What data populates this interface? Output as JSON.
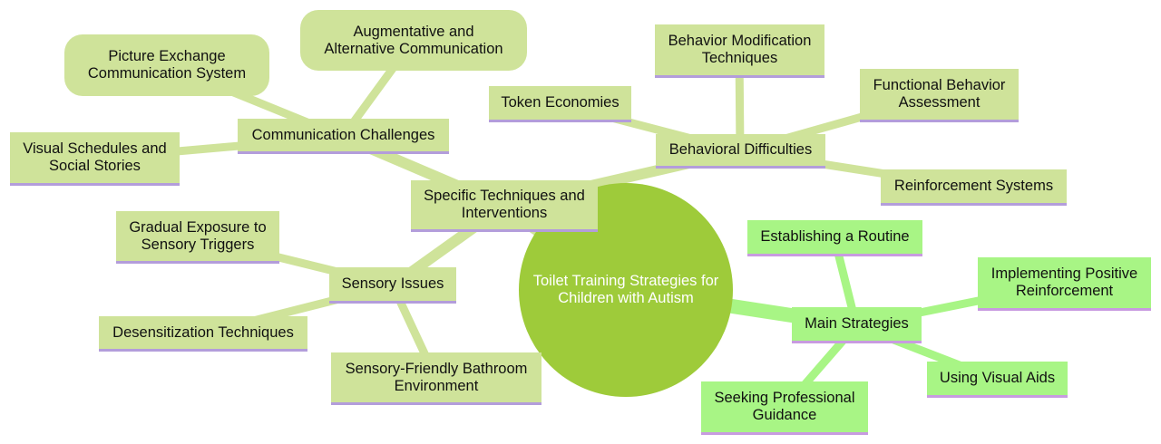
{
  "diagram": {
    "root": {
      "label": "Toilet Training Strategies for\nChildren with Autism"
    },
    "colors": {
      "root_fill": "#9ecb3a",
      "branch_fill": "#cfe39a",
      "strategy_fill": "#a8f585",
      "branch_edge": "#cfe39a",
      "strategy_edge": "#a8f585",
      "underline": "#b39ddb"
    },
    "nodes": {
      "specific_techniques": {
        "label": "Specific Techniques and\nInterventions"
      },
      "communication_challenges": {
        "label": "Communication Challenges"
      },
      "pecs": {
        "label": "Picture Exchange\nCommunication System"
      },
      "aac": {
        "label": "Augmentative and\nAlternative Communication"
      },
      "visual_schedules": {
        "label": "Visual Schedules and\nSocial Stories"
      },
      "behavioral_difficulties": {
        "label": "Behavioral Difficulties"
      },
      "token_economies": {
        "label": "Token Economies"
      },
      "behavior_modification": {
        "label": "Behavior Modification\nTechniques"
      },
      "functional_behavior": {
        "label": "Functional Behavior\nAssessment"
      },
      "reinforcement_systems": {
        "label": "Reinforcement Systems"
      },
      "sensory_issues": {
        "label": "Sensory Issues"
      },
      "gradual_exposure": {
        "label": "Gradual Exposure to\nSensory Triggers"
      },
      "desensitization": {
        "label": "Desensitization Techniques"
      },
      "sensory_bathroom": {
        "label": "Sensory-Friendly Bathroom\nEnvironment"
      },
      "main_strategies": {
        "label": "Main Strategies"
      },
      "establishing_routine": {
        "label": "Establishing a Routine"
      },
      "positive_reinforcement": {
        "label": "Implementing Positive\nReinforcement"
      },
      "visual_aids": {
        "label": "Using Visual Aids"
      },
      "professional_guidance": {
        "label": "Seeking Professional\nGuidance"
      }
    }
  }
}
